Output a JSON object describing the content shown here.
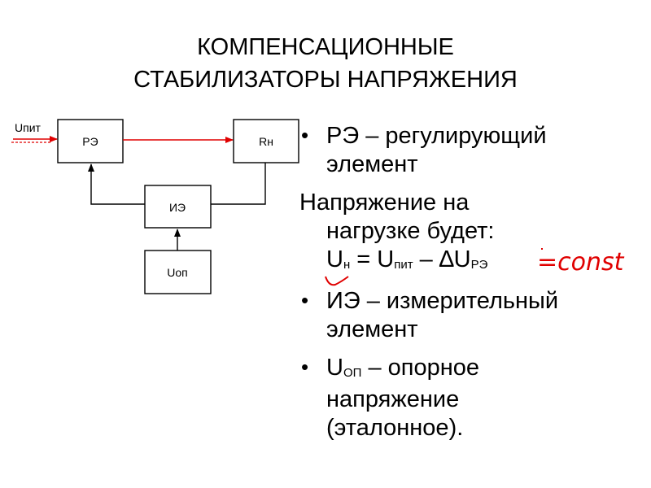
{
  "title": {
    "line1": "КОМПЕНСАЦИОННЫЕ",
    "line2": "СТАБИЛИЗАТОРЫ НАПРЯЖЕНИЯ"
  },
  "diagram": {
    "input_label": "Uпит",
    "re_label": "РЭ",
    "rn_label": "Rн",
    "ie_label": "ИЭ",
    "uop_label": "Uоп"
  },
  "bullets": {
    "item1_line1": "РЭ – регулирующий",
    "item1_line2": "элемент",
    "load_line1": "Напряжение на",
    "load_line2": "нагрузке будет:",
    "formula_u": "U",
    "formula_u_sub": "н",
    "formula_mid": " = U",
    "formula_pit_sub": "пит",
    "formula_minus": " – ∆U",
    "formula_re_sub": "РЭ",
    "handwritten": "=const",
    "item3_line1": "ИЭ – измерительный",
    "item3_line2": "элемент",
    "item4_u": "U",
    "item4_sub": "ОП",
    "item4_line1_rest": " – опорное",
    "item4_line2": "напряжение",
    "item4_line3": "(эталонное)."
  },
  "colors": {
    "signal_red": "#e00000",
    "ink": "#000000"
  },
  "icons": {
    "bullet": "bullet-dot"
  }
}
